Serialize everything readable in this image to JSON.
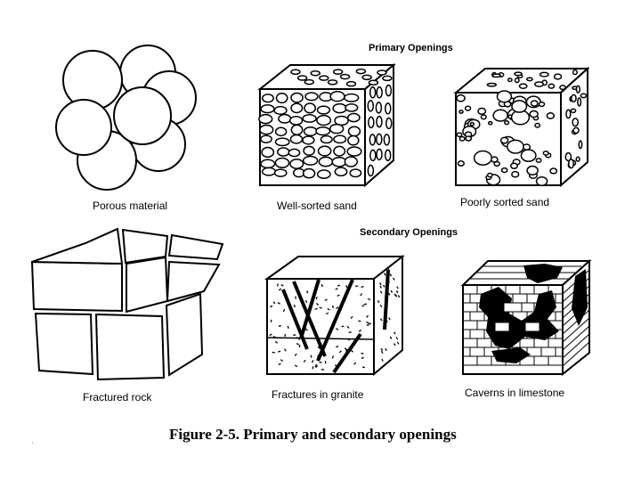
{
  "headers": {
    "primary": "Primary Openings",
    "secondary": "Secondary Openings"
  },
  "panels": {
    "porous": "Porous material",
    "well_sorted": "Well-sorted sand",
    "poorly_sorted": "Poorly sorted sand",
    "fractured_rock": "Fractured rock",
    "fractures_granite": "Fractures in granite",
    "caverns_limestone": "Caverns in limestone"
  },
  "caption": "Figure 2-5.  Primary and secondary openings"
}
